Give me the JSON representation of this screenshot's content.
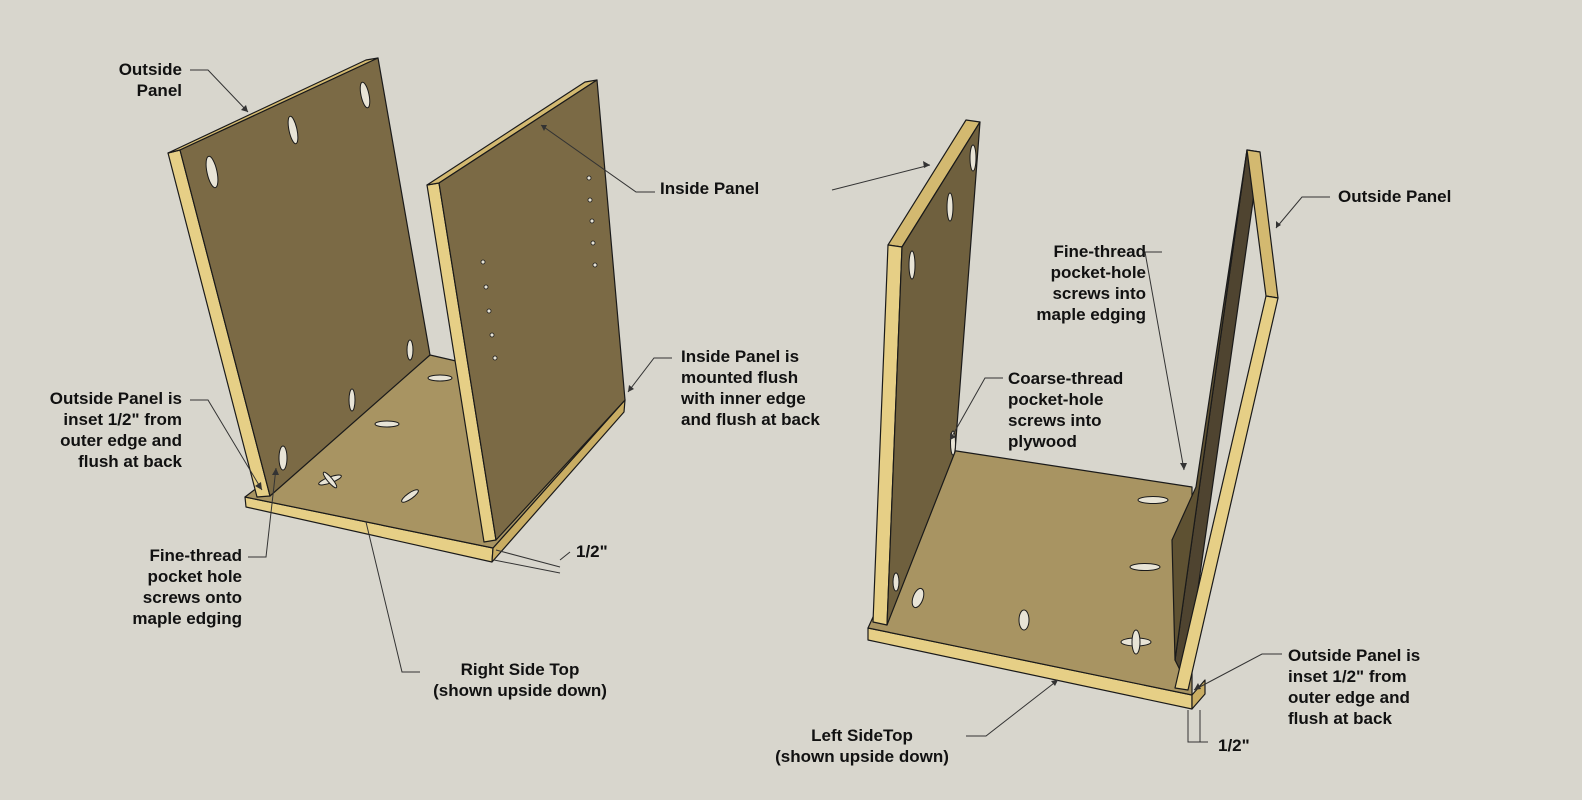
{
  "labels": {
    "outside_panel_tl": "Outside\nPanel",
    "inside_panel": "Inside Panel",
    "outside_panel_inset_left": "Outside Panel is\ninset 1/2\" from\nouter edge and\nflush at back",
    "inside_panel_flush": "Inside Panel is\nmounted flush\nwith inner edge\nand flush at back",
    "fine_thread_left": "Fine-thread\npocket hole\nscrews onto\nmaple edging",
    "half_inch_left": "1/2\"",
    "right_side_top": "Right Side Top\n(shown upside down)",
    "outside_panel_right": "Outside Panel",
    "fine_thread_right": "Fine-thread\npocket-hole\nscrews into\nmaple edging",
    "coarse_thread": "Coarse-thread\npocket-hole\nscrews into\nplywood",
    "outside_panel_inset_right": "Outside Panel is\ninset 1/2\" from\nouter edge and\nflush at back",
    "left_side_top": "Left SideTop\n(shown upside down)",
    "half_inch_right": "1/2\""
  },
  "colors": {
    "background": "#d8d6cd",
    "panel_face": "#7b6a45",
    "panel_face_dark": "#5e5132",
    "board_top": "#a89462",
    "edge_light": "#e6cf86",
    "edge_mid": "#d3b970",
    "outline": "#1a1a1a",
    "hole": "#e8e4d6"
  }
}
